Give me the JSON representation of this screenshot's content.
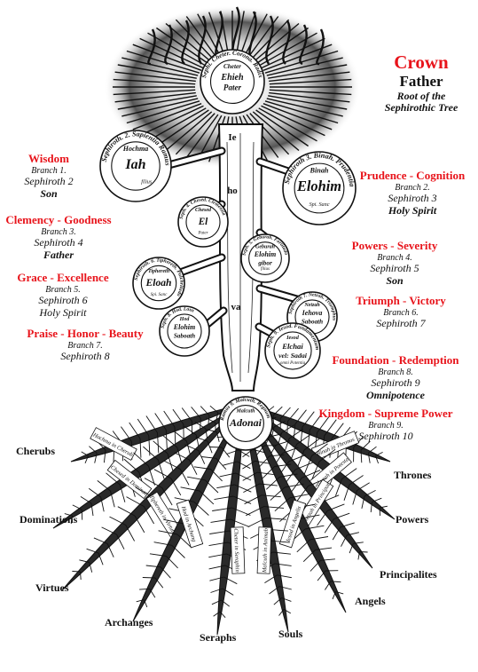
{
  "colors": {
    "red": "#e8141b",
    "ink": "#111111",
    "paper": "#ffffff"
  },
  "crown": {
    "title": "Crown",
    "subtitle": "Father",
    "line1": "Root of the",
    "line2": "Sephirothic Tree"
  },
  "sephiroth": [
    {
      "key": "keter",
      "name": "Cheter",
      "inner": "Ehieh",
      "inner2": "Pater",
      "rim": "Sephi. Cheter. Corona. Radix"
    },
    {
      "key": "hochma",
      "name": "Hochma",
      "inner": "Iah",
      "note": "filius",
      "rim": "Sephiroth. 2. Sapientia Ramus"
    },
    {
      "key": "binah",
      "name": "Binah",
      "inner": "Elohim",
      "note": "Spi. Sanc",
      "rim": "Sephiroth 3. Binah. Prudentia"
    },
    {
      "key": "chesed",
      "name": "Chesed",
      "inner": "El",
      "note": "Pater",
      "rim": "Seph. 4. Chesed. Clementia"
    },
    {
      "key": "geburah",
      "name": "Geburah",
      "inner": "Elohim",
      "inner2": "gibor",
      "note": "filius",
      "rim": "Seph. 5. Geburah. Fortitudo"
    },
    {
      "key": "tiphereth",
      "name": "Tiphereth",
      "inner": "Eloah",
      "note": "Spi. Sanc",
      "rim": "Sephiroth. 6. Tiphereth. Pulchritudo"
    },
    {
      "key": "netzah",
      "name": "Netzah",
      "inner": "Iehova",
      "inner2": "Saboath",
      "rim": "Sephiroth 7. Netzah. Triumphus"
    },
    {
      "key": "hod",
      "name": "Hod",
      "inner": "Elohim",
      "inner2": "Saboath",
      "rim": "Seph. 8. Hod. Laus"
    },
    {
      "key": "iesod",
      "name": "Iesod",
      "inner": "Elchai",
      "inner2": "vel: Sadai",
      "note": "omni Potentia",
      "rim": "Seph. 9. Iesod. Fundamentum"
    },
    {
      "key": "malcuth",
      "name": "Malcuth",
      "inner": "Adonai",
      "rim": "Ramus 9. Malcuth. Regnum"
    }
  ],
  "trunk_letters": [
    "Ie",
    "ho",
    "va"
  ],
  "attributes": [
    {
      "key": "wisdom",
      "title": "Wisdom",
      "branch": "Branch 1.",
      "seph": "Sephiroth 2",
      "person": "Son"
    },
    {
      "key": "prudence",
      "title": "Prudence - Cognition",
      "branch": "Branch 2.",
      "seph": "Sephiroth 3",
      "person": "Holy Spirit"
    },
    {
      "key": "clemency",
      "title": "Clemency - Goodness",
      "branch": "Branch 3.",
      "seph": "Sephiroth 4",
      "person": "Father"
    },
    {
      "key": "powers",
      "title": "Powers - Severity",
      "branch": "Branch 4.",
      "seph": "Sephiroth 5",
      "person": "Son"
    },
    {
      "key": "grace",
      "title": "Grace - Excellence",
      "branch": "Branch 5.",
      "seph": "Sephiroth 6",
      "person": "Holy Spirit"
    },
    {
      "key": "triumph",
      "title": "Triumph - Victory",
      "branch": "Branch 6.",
      "seph": "Sephiroth 7"
    },
    {
      "key": "praise",
      "title": "Praise - Honor - Beauty",
      "branch": "Branch 7.",
      "seph": "Sephiroth 8"
    },
    {
      "key": "foundation",
      "title": "Foundation - Redemption",
      "branch": "Branch 8.",
      "seph": "Sephiroth 9",
      "person": "Omnipotence"
    },
    {
      "key": "kingdom",
      "title": "Kingdom - Supreme Power",
      "branch": "Branch 9.",
      "seph": "Sephiroth 10"
    }
  ],
  "roots": [
    {
      "label": "Hochma in Cherub"
    },
    {
      "label": "Binah in Thronos"
    },
    {
      "label": "Chesed in Dominat"
    },
    {
      "label": "Geburah in Potesta"
    },
    {
      "label": "Tiphereth in Virtutib"
    },
    {
      "label": "Netzah in Principat"
    },
    {
      "label": "Hod in Archang"
    },
    {
      "label": "Iesod in Angelis"
    },
    {
      "label": "Cheter in Seraphin"
    },
    {
      "label": "Malcuth in Animab"
    }
  ],
  "orders": [
    "Cherubs",
    "Thrones",
    "Dominations",
    "Powers",
    "Virtues",
    "Principalites",
    "Archanges",
    "Angels",
    "Seraphs",
    "Souls"
  ]
}
